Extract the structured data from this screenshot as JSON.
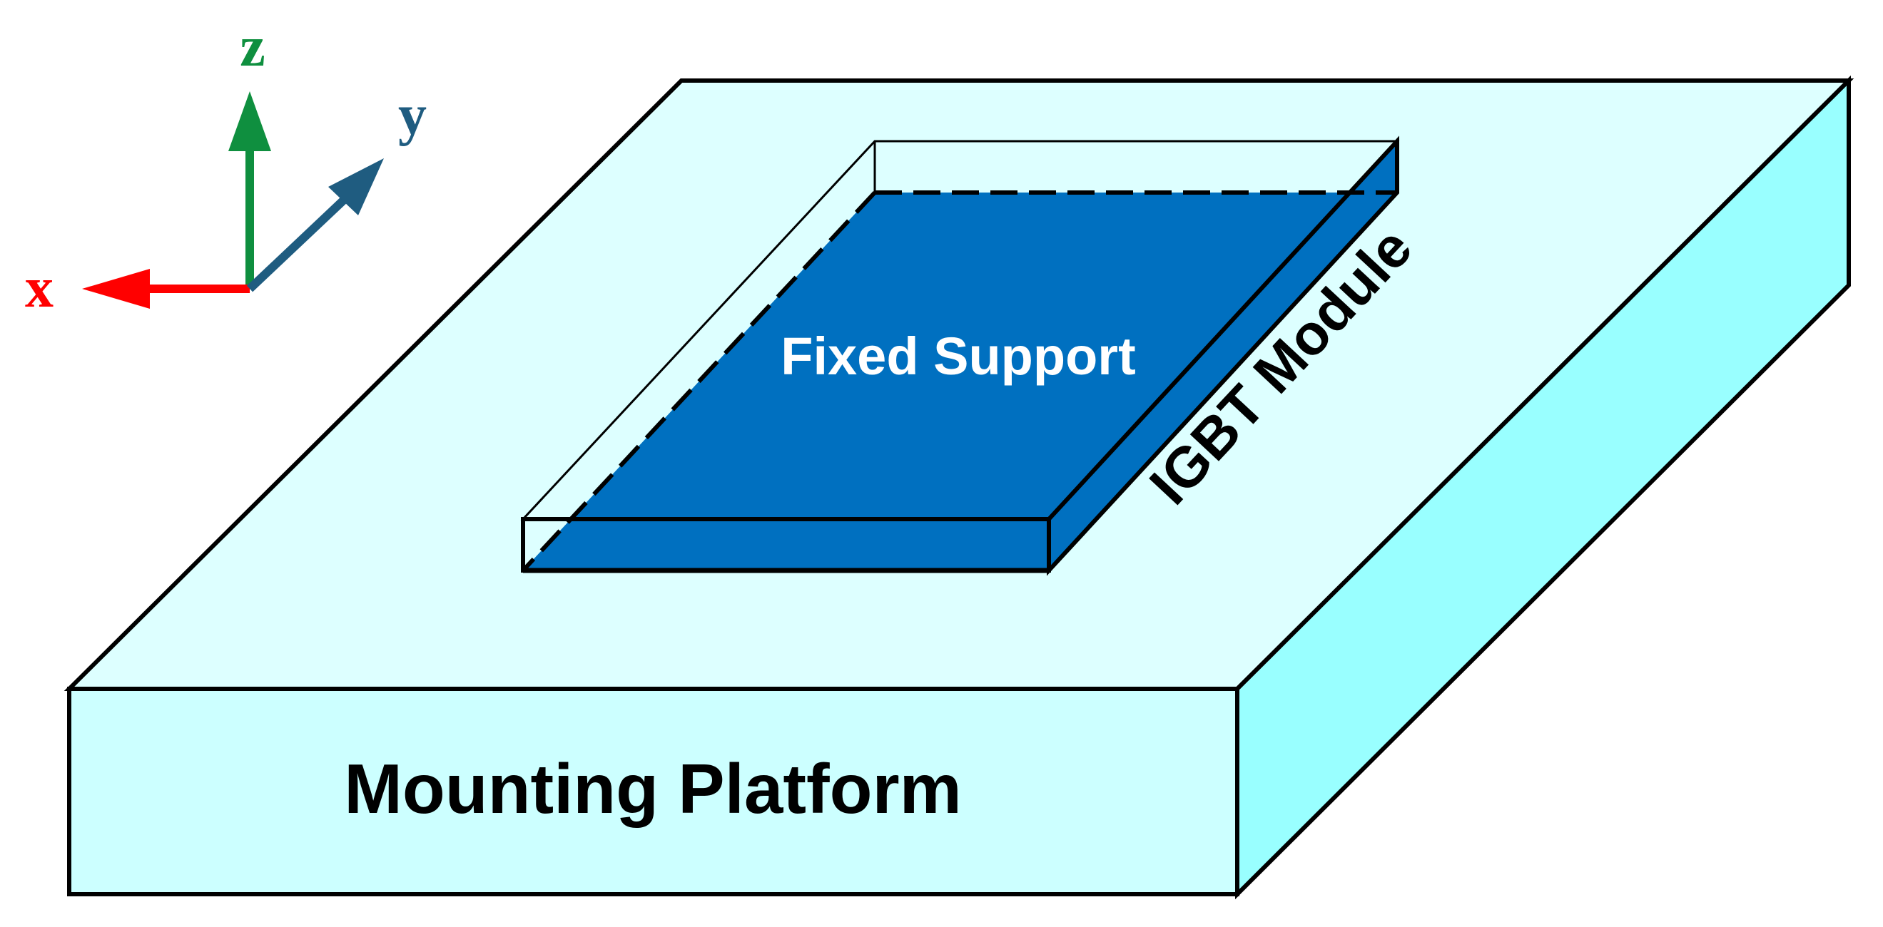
{
  "labels": {
    "platform": "Mounting Platform",
    "module": "IGBT Module",
    "support": "Fixed Support"
  },
  "axes": {
    "x": "x",
    "y": "y",
    "z": "z"
  },
  "colors": {
    "platform_top": "#ddffff",
    "platform_front": "#ccffff",
    "platform_side": "#99ffff",
    "support_fill": "#0070c0",
    "axis_x": "#ff0000",
    "axis_y": "#1f5c80",
    "axis_z": "#0f8f3f",
    "outline": "#000000",
    "support_text": "#ffffff"
  }
}
